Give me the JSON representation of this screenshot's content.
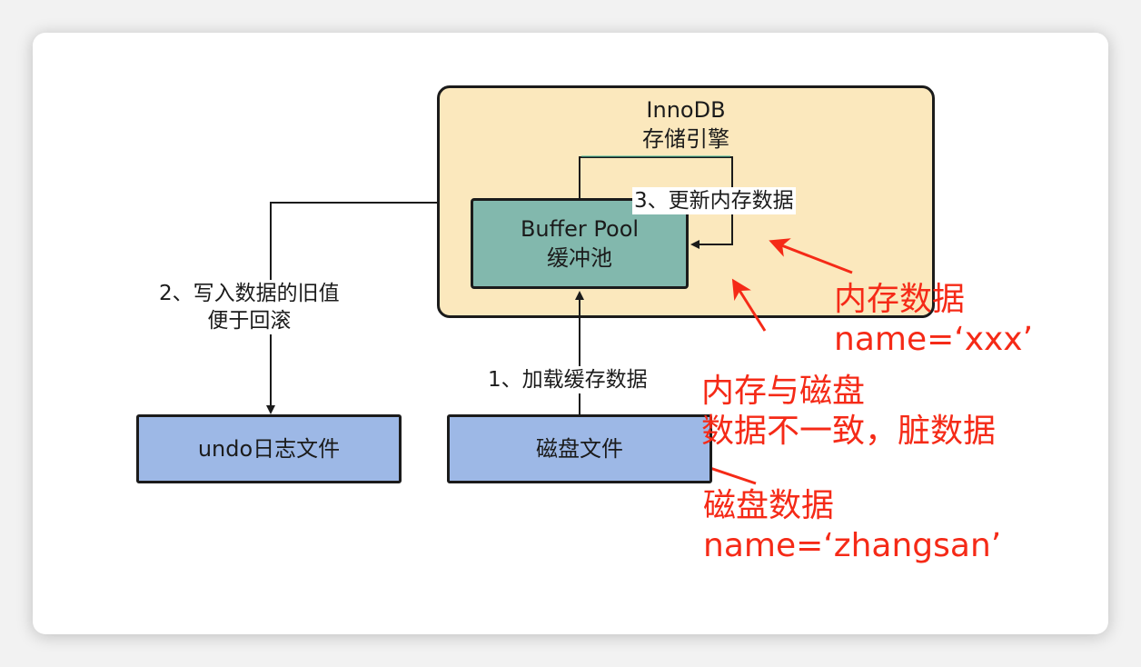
{
  "diagram": {
    "innodb": {
      "line1": "InnoDB",
      "line2": "存储引擎"
    },
    "buffer_pool": {
      "line1": "Buffer Pool",
      "line2": "缓冲池"
    },
    "undo_file": {
      "label": "undo日志文件"
    },
    "disk_file": {
      "label": "磁盘文件"
    },
    "steps": {
      "step1": "1、加载缓存数据",
      "step2_line1": "2、写入数据的旧值",
      "step2_line2": "便于回滚",
      "step3": "3、更新内存数据"
    },
    "annotations": {
      "memory_title": "内存数据",
      "memory_value": "name=‘xxx’",
      "dirty_line1": "内存与磁盘",
      "dirty_line2": "数据不一致，脏数据",
      "disk_title": "磁盘数据",
      "disk_value": "name=‘zhangsan’"
    },
    "colors": {
      "innodb_fill": "#fbe8bd",
      "buffer_fill": "#82b8ad",
      "file_fill": "#9db8e6",
      "annotation": "#f52a17"
    }
  }
}
